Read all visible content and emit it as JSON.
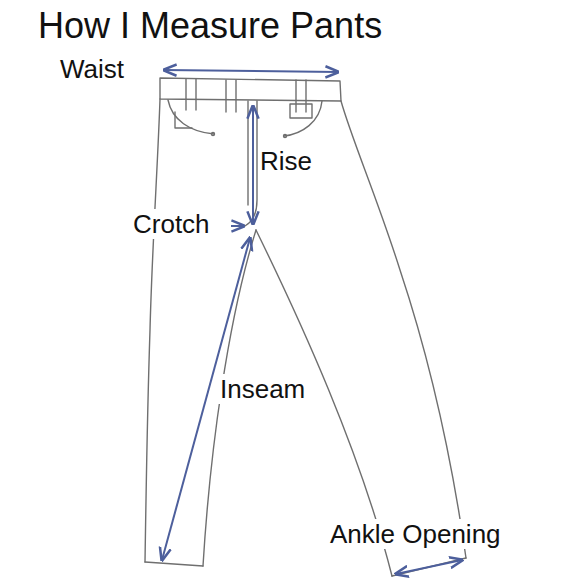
{
  "diagram": {
    "title": "How I Measure Pants",
    "labels": [
      "Waist",
      "Rise",
      "Crotch",
      "Inseam",
      "Ankle Opening"
    ]
  }
}
